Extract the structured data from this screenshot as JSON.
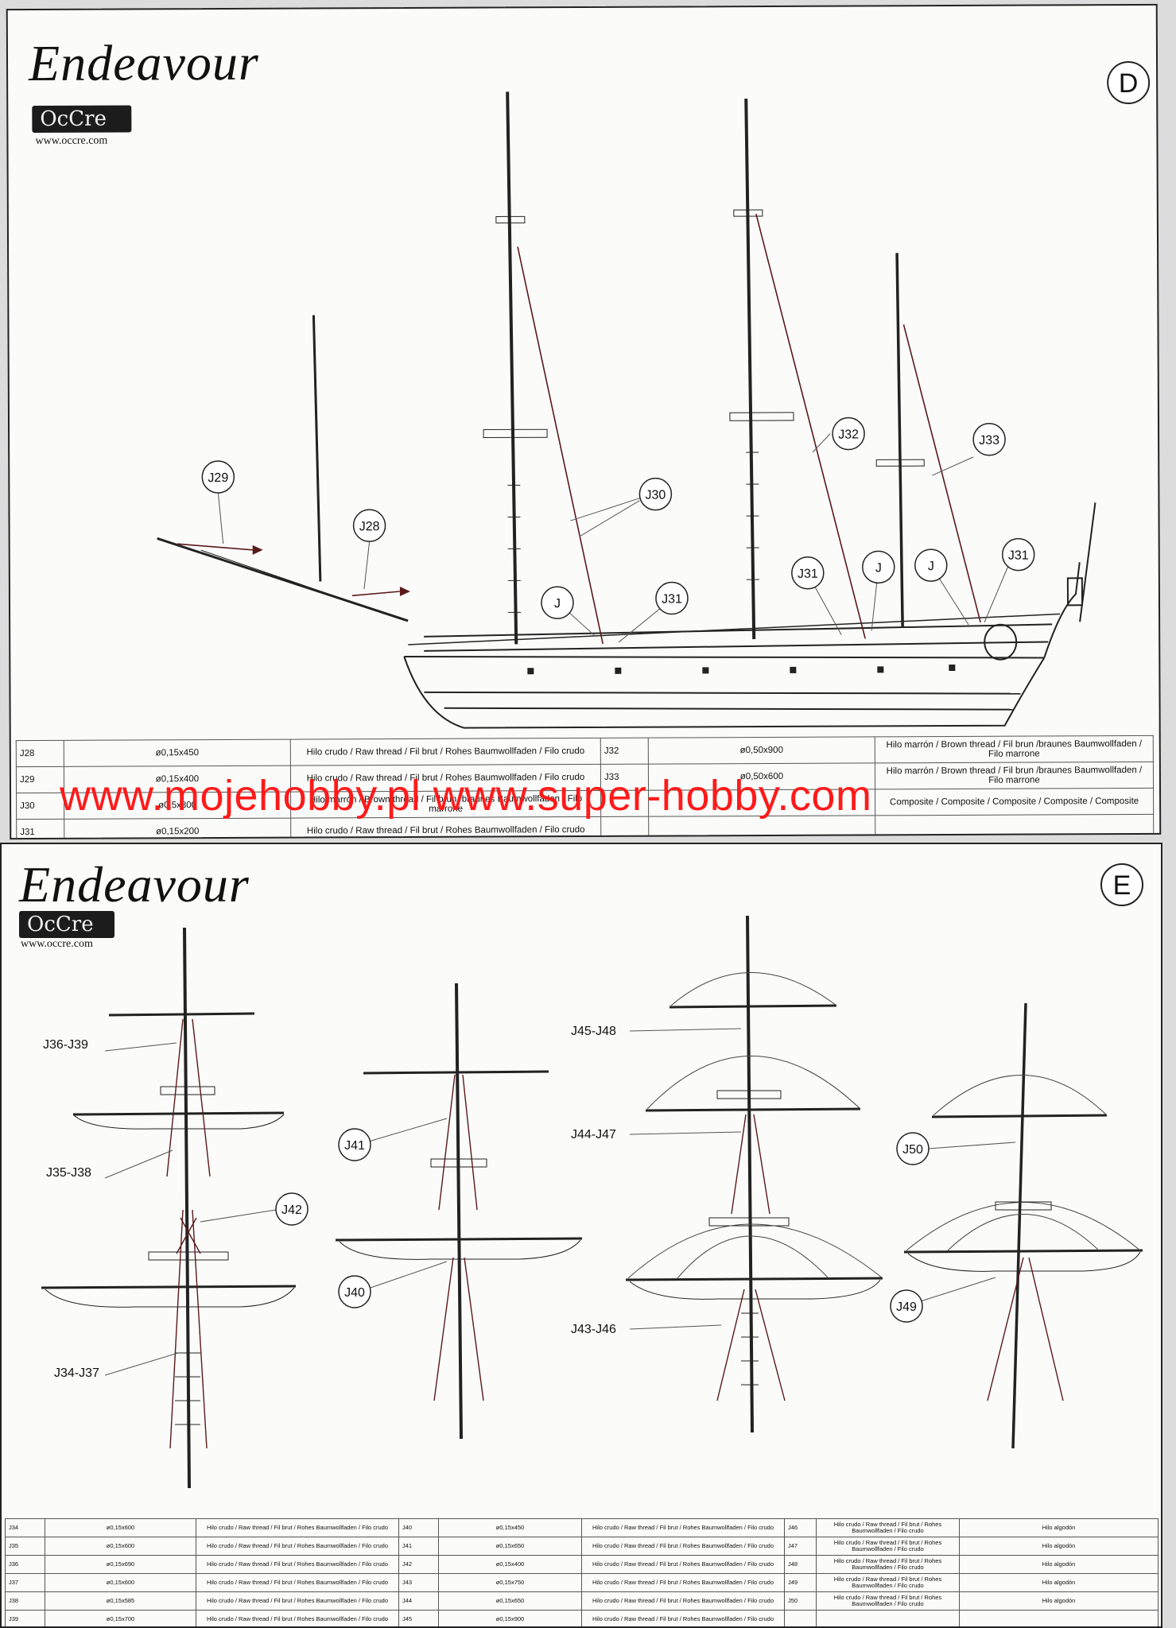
{
  "sheet_d": {
    "title": "Endeavour",
    "logo_text": "OcCre",
    "website": "www.occre.com",
    "badge": "D",
    "callouts": [
      "J29",
      "J28",
      "J30",
      "J31",
      "J",
      "J32",
      "J33",
      "J31",
      "J",
      "J",
      "J31"
    ],
    "legend_left": [
      {
        "code": "J28",
        "size": "ø0,15x450",
        "material": "Hilo crudo / Raw thread / Fil brut / Rohes Baumwollfaden / Filo crudo"
      },
      {
        "code": "J29",
        "size": "ø0,15x400",
        "material": "Hilo crudo / Raw thread / Fil brut / Rohes Baumwollfaden / Filo crudo"
      },
      {
        "code": "J30",
        "size": "ø0,5x300",
        "material": "Hilo marrón / Brown thread / Fil brun /braunes Baumwollfaden / Filo marrone"
      },
      {
        "code": "J31",
        "size": "ø0,15x200",
        "material": "Hilo crudo / Raw thread / Fil brut / Rohes Baumwollfaden / Filo crudo"
      }
    ],
    "legend_right": [
      {
        "code": "J32",
        "size": "ø0,50x900",
        "material": "Hilo marrón / Brown thread / Fil brun /braunes Baumwollfaden / Filo marrone"
      },
      {
        "code": "J33",
        "size": "ø0,50x600",
        "material": "Hilo marrón / Brown thread / Fil brun /braunes Baumwollfaden / Filo marrone"
      },
      {
        "code": "",
        "size": "",
        "material": "Composite / Composite / Composite / Composite / Composite"
      }
    ]
  },
  "sheet_e": {
    "title": "Endeavour",
    "logo_text": "OcCre",
    "website": "www.occre.com",
    "badge": "E",
    "labels": {
      "j36_j39": "J36-J39",
      "j35_j38": "J35-J38",
      "j34_j37": "J34-J37",
      "j42": "J42",
      "j41": "J41",
      "j40": "J40",
      "j45_j48": "J45-J48",
      "j44_j47": "J44-J47",
      "j43_j46": "J43-J46",
      "j50": "J50",
      "j49": "J49"
    },
    "legend": [
      {
        "c1": "J34",
        "s1": "ø0,15x600",
        "m1": "Hilo crudo / Raw thread / Fil brut / Rohes Baumwollfaden / Filo crudo",
        "c2": "J40",
        "s2": "ø0,15x450",
        "m2": "Hilo crudo / Raw thread / Fil brut / Rohes Baumwollfaden / Filo crudo",
        "c3": "J46",
        "m3": "Hilo crudo / Raw thread / Fil brut / Rohes Baumwollfaden / Filo crudo",
        "t3": "Hilo algodón"
      },
      {
        "c1": "J35",
        "s1": "ø0,15x600",
        "m1": "Hilo crudo / Raw thread / Fil brut / Rohes Baumwollfaden / Filo crudo",
        "c2": "J41",
        "s2": "ø0,15x650",
        "m2": "Hilo crudo / Raw thread / Fil brut / Rohes Baumwollfaden / Filo crudo",
        "c3": "J47",
        "m3": "Hilo crudo / Raw thread / Fil brut / Rohes Baumwollfaden / Filo crudo",
        "t3": "Hilo algodón"
      },
      {
        "c1": "J36",
        "s1": "ø0,15x690",
        "m1": "Hilo crudo / Raw thread / Fil brut / Rohes Baumwollfaden / Filo crudo",
        "c2": "J42",
        "s2": "ø0,15x400",
        "m2": "Hilo crudo / Raw thread / Fil brut / Rohes Baumwollfaden / Filo crudo",
        "c3": "J48",
        "m3": "Hilo crudo / Raw thread / Fil brut / Rohes Baumwollfaden / Filo crudo",
        "t3": "Hilo algodón"
      },
      {
        "c1": "J37",
        "s1": "ø0,15x600",
        "m1": "Hilo crudo / Raw thread / Fil brut / Rohes Baumwollfaden / Filo crudo",
        "c2": "J43",
        "s2": "ø0,15x750",
        "m2": "Hilo crudo / Raw thread / Fil brut / Rohes Baumwollfaden / Filo crudo",
        "c3": "J49",
        "m3": "Hilo crudo / Raw thread / Fil brut / Rohes Baumwollfaden / Filo crudo",
        "t3": "Hilo algodón"
      },
      {
        "c1": "J38",
        "s1": "ø0,15x585",
        "m1": "Hilo crudo / Raw thread / Fil brut / Rohes Baumwollfaden / Filo crudo",
        "c2": "J44",
        "s2": "ø0,15x650",
        "m2": "Hilo crudo / Raw thread / Fil brut / Rohes Baumwollfaden / Filo crudo",
        "c3": "J50",
        "m3": "Hilo crudo / Raw thread / Fil brut / Rohes Baumwollfaden / Filo crudo",
        "t3": "Hilo algodón"
      },
      {
        "c1": "J39",
        "s1": "ø0,15x700",
        "m1": "Hilo crudo / Raw thread / Fil brut / Rohes Baumwollfaden / Filo crudo",
        "c2": "J45",
        "s2": "ø0,15x900",
        "m2": "Hilo crudo / Raw thread / Fil brut / Rohes Baumwollfaden / Filo crudo",
        "c3": "",
        "m3": "",
        "t3": ""
      }
    ]
  },
  "watermark": "www.mojehobby.pl www.super-hobby.com",
  "colors": {
    "watermark": "#ff1a1a",
    "ink": "#111111",
    "rope": "#5a1a1a"
  }
}
